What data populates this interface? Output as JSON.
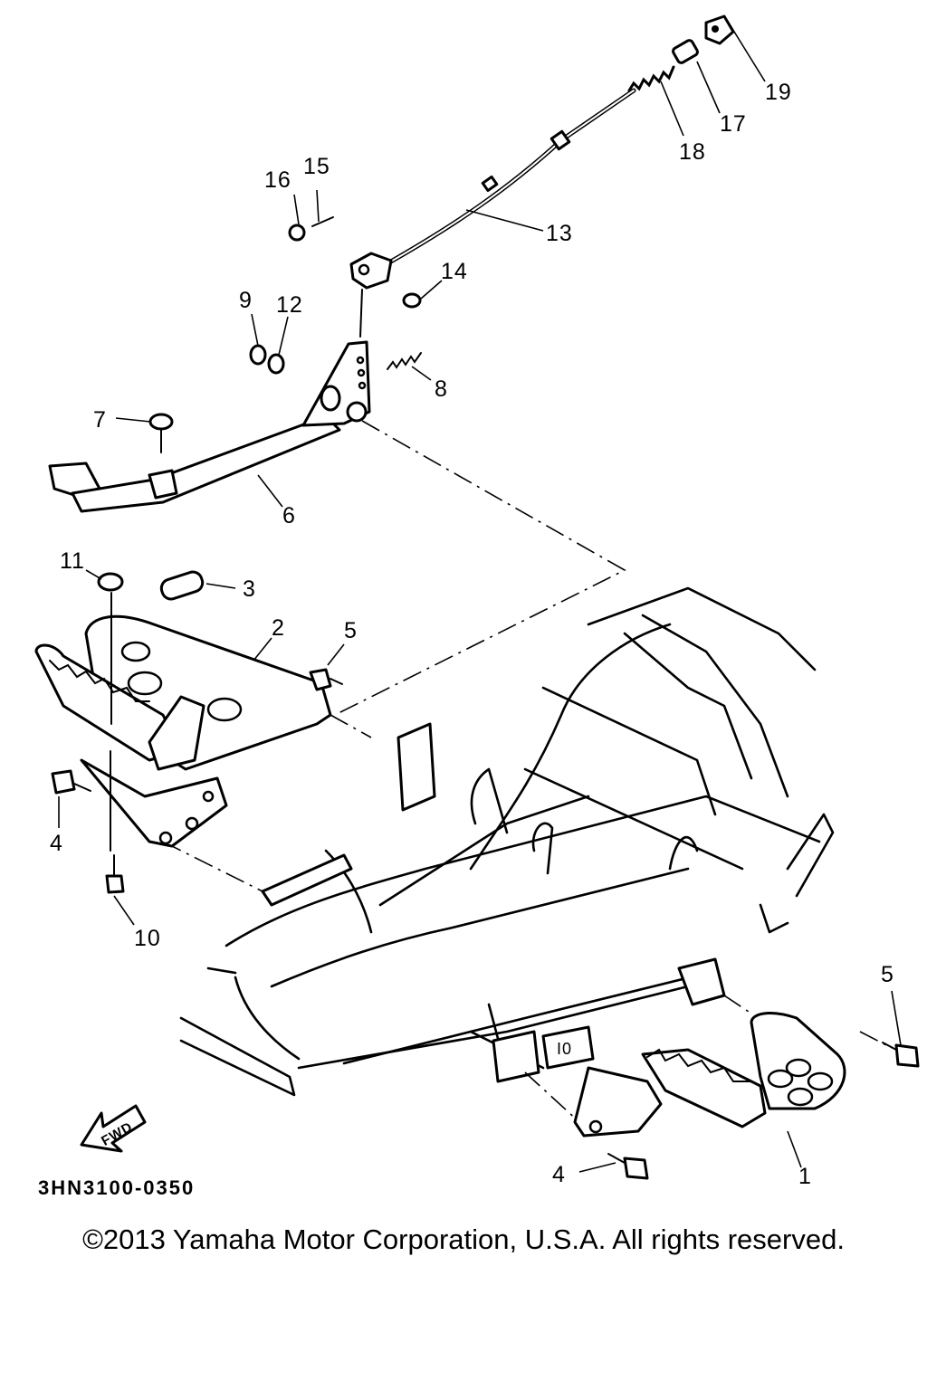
{
  "diagram": {
    "code": "3HN3100-0350",
    "direction_label": "FWD",
    "callouts": [
      "19",
      "17",
      "18",
      "15",
      "16",
      "13",
      "14",
      "9",
      "12",
      "8",
      "7",
      "6",
      "11",
      "3",
      "2",
      "5",
      "4",
      "10",
      "5",
      "4",
      "1"
    ]
  },
  "footer": {
    "copyright": "©2013 Yamaha Motor Corporation, U.S.A. All rights reserved."
  }
}
